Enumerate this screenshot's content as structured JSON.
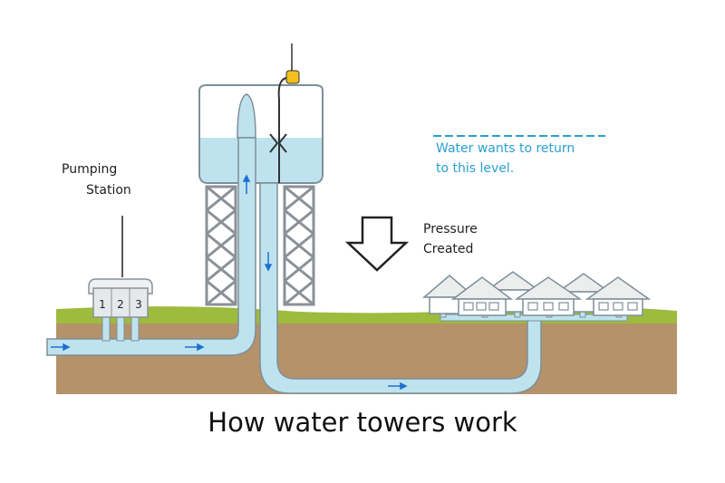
{
  "labels": {
    "pumping_station_line1": "Pumping",
    "pumping_station_line2": "Station",
    "pump_numbers": [
      "1",
      "2",
      "3"
    ],
    "water_level_line1": "Water wants to return",
    "water_level_line2": "to this level.",
    "pressure_line1": "Pressure",
    "pressure_line2": "Created"
  },
  "title": "How water towers work",
  "colors": {
    "water": "#bfe3ee",
    "pipe_outline": "#7d8f99",
    "soil": "#b5926a",
    "grass": "#9dbb3c",
    "tower_legs": "#8a9197",
    "flow_arrow": "#1f6fd1",
    "level_line": "#2a9fd0",
    "float_sensor": "#f2c01d"
  },
  "icons": [
    "down-arrow-icon",
    "flow-arrow-icon",
    "house-icon",
    "float-sensor-icon"
  ]
}
